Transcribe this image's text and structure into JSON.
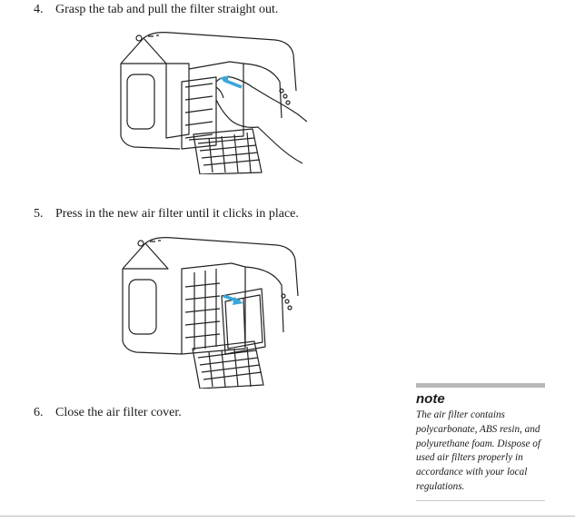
{
  "steps": [
    {
      "number": "4.",
      "text": "Grasp the tab and pull the filter straight out."
    },
    {
      "number": "5.",
      "text": "Press in the new air filter until it clicks in place."
    },
    {
      "number": "6.",
      "text": "Close the air filter cover."
    }
  ],
  "note": {
    "title": "note",
    "body": "The air filter contains polycarbonate, ABS resin, and polyurethane foam. Dispose of used air filters properly in accordance with your local regulations."
  },
  "colors": {
    "arrow": "#3aa7d8",
    "rule": "#b8b8b8"
  }
}
